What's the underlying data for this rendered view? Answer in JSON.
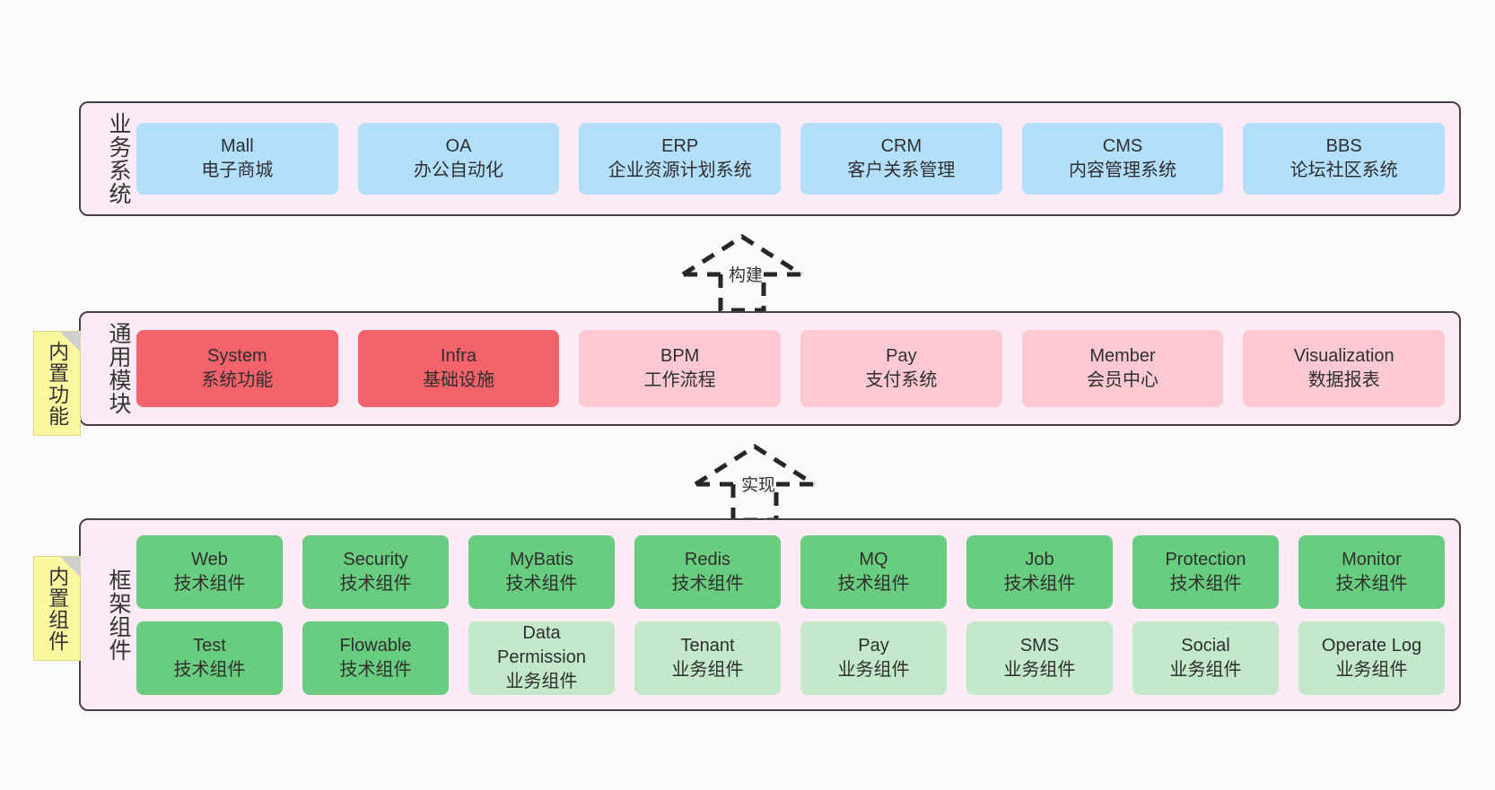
{
  "diagram": {
    "title": "Architecture Layer Diagram",
    "background": "#fafafa",
    "layer_fill": "#fbebf5",
    "layer_border": "#4a3f48"
  },
  "layers": [
    {
      "id": "business",
      "title": "业务系统",
      "rows": [
        {
          "boxes": [
            {
              "name": "Mall",
              "sub": "电子商城",
              "color": "#b3dffc",
              "style": "c-blue"
            },
            {
              "name": "OA",
              "sub": "办公自动化",
              "color": "#b3dffc",
              "style": "c-blue"
            },
            {
              "name": "ERP",
              "sub": "企业资源计划系统",
              "color": "#b3dffc",
              "style": "c-blue"
            },
            {
              "name": "CRM",
              "sub": "客户关系管理",
              "color": "#b3dffc",
              "style": "c-blue"
            },
            {
              "name": "CMS",
              "sub": "内容管理系统",
              "color": "#b3dffc",
              "style": "c-blue"
            },
            {
              "name": "BBS",
              "sub": "论坛社区系统",
              "color": "#b3dffc",
              "style": "c-blue"
            }
          ]
        }
      ]
    },
    {
      "id": "modules",
      "title": "通用模块",
      "note": "内置功能",
      "rows": [
        {
          "boxes": [
            {
              "name": "System",
              "sub": "系统功能",
              "color": "#f4626b",
              "style": "c-red"
            },
            {
              "name": "Infra",
              "sub": "基础设施",
              "color": "#f4626b",
              "style": "c-red"
            },
            {
              "name": "BPM",
              "sub": "工作流程",
              "color": "#fcc9d2",
              "style": "c-pink"
            },
            {
              "name": "Pay",
              "sub": "支付系统",
              "color": "#fcc9d2",
              "style": "c-pink"
            },
            {
              "name": "Member",
              "sub": "会员中心",
              "color": "#fcc9d2",
              "style": "c-pink"
            },
            {
              "name": "Visualization",
              "sub": "数据报表",
              "color": "#fcc9d2",
              "style": "c-pink"
            }
          ]
        }
      ]
    },
    {
      "id": "framework",
      "title": "框架组件",
      "note": "内置组件",
      "rows": [
        {
          "boxes": [
            {
              "name": "Web",
              "sub": "技术组件",
              "color": "#68cd7f",
              "style": "c-green"
            },
            {
              "name": "Security",
              "sub": "技术组件",
              "color": "#68cd7f",
              "style": "c-green"
            },
            {
              "name": "MyBatis",
              "sub": "技术组件",
              "color": "#68cd7f",
              "style": "c-green"
            },
            {
              "name": "Redis",
              "sub": "技术组件",
              "color": "#68cd7f",
              "style": "c-green"
            },
            {
              "name": "MQ",
              "sub": "技术组件",
              "color": "#68cd7f",
              "style": "c-green"
            },
            {
              "name": "Job",
              "sub": "技术组件",
              "color": "#68cd7f",
              "style": "c-green"
            },
            {
              "name": "Protection",
              "sub": "技术组件",
              "color": "#68cd7f",
              "style": "c-green"
            },
            {
              "name": "Monitor",
              "sub": "技术组件",
              "color": "#68cd7f",
              "style": "c-green"
            }
          ]
        },
        {
          "boxes": [
            {
              "name": "Test",
              "sub": "技术组件",
              "color": "#68cd7f",
              "style": "c-green"
            },
            {
              "name": "Flowable",
              "sub": "技术组件",
              "color": "#68cd7f",
              "style": "c-green"
            },
            {
              "name": "Data",
              "name2": "Permission",
              "sub": "业务组件",
              "color": "#c3e8ca",
              "style": "c-green-light"
            },
            {
              "name": "Tenant",
              "sub": "业务组件",
              "color": "#c3e8ca",
              "style": "c-green-light"
            },
            {
              "name": "Pay",
              "sub": "业务组件",
              "color": "#c3e8ca",
              "style": "c-green-light"
            },
            {
              "name": "SMS",
              "sub": "业务组件",
              "color": "#c3e8ca",
              "style": "c-green-light"
            },
            {
              "name": "Social",
              "sub": "业务组件",
              "color": "#c3e8ca",
              "style": "c-green-light"
            },
            {
              "name": "Operate Log",
              "sub": "业务组件",
              "color": "#c3e8ca",
              "style": "c-green-light"
            }
          ]
        }
      ]
    }
  ],
  "connectors": [
    {
      "id": "build",
      "label": "构建",
      "from": "modules",
      "to": "business"
    },
    {
      "id": "implement",
      "label": "实现",
      "from": "framework",
      "to": "modules"
    }
  ]
}
